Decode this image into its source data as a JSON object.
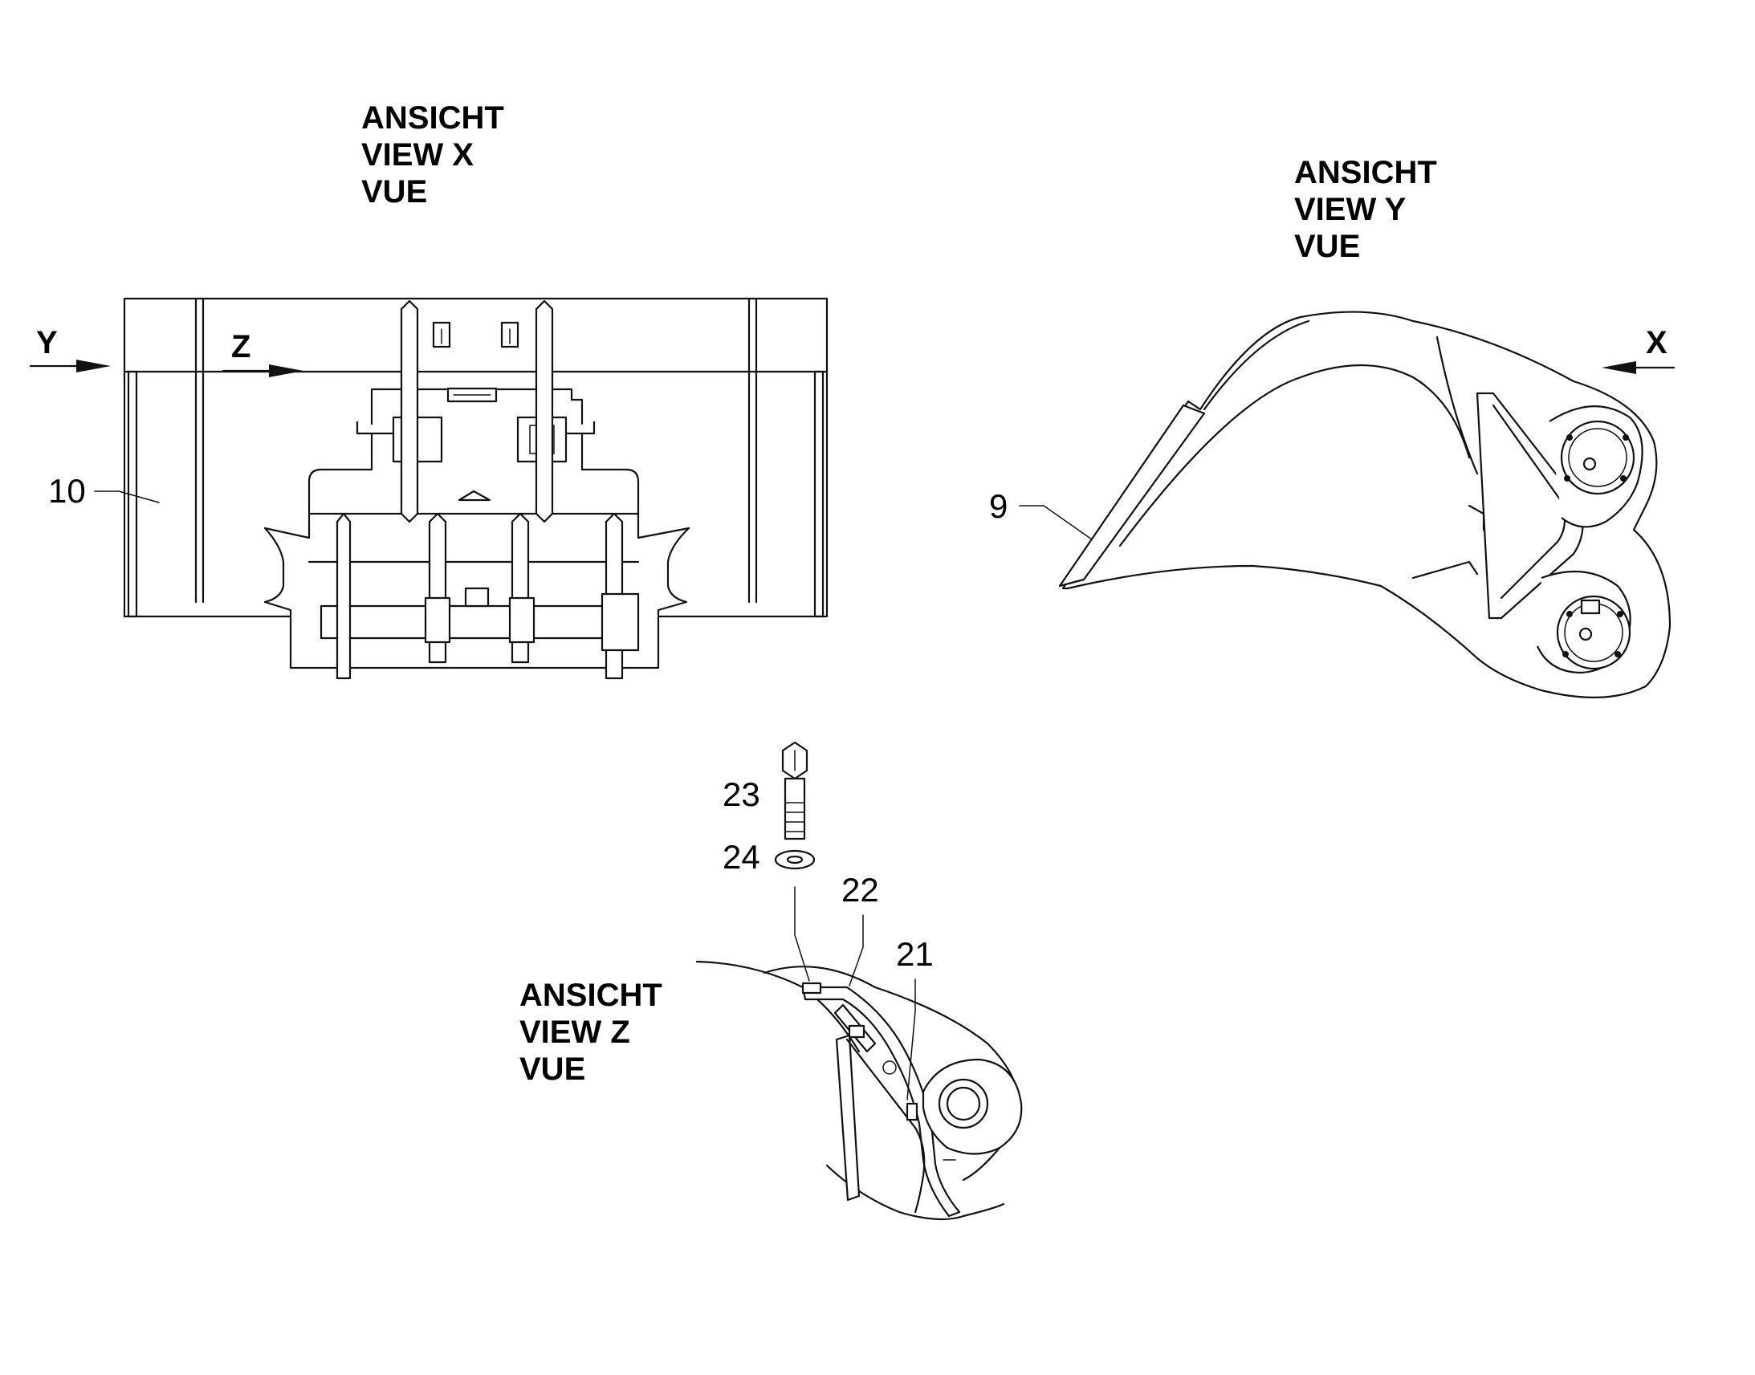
{
  "views": {
    "x": {
      "line1": "ANSICHT",
      "line2": "VIEW X",
      "line3": "VUE"
    },
    "y": {
      "line1": "ANSICHT",
      "line2": "VIEW Y",
      "line3": "VUE"
    },
    "z": {
      "line1": "ANSICHT",
      "line2": "VIEW Z",
      "line3": "VUE"
    }
  },
  "direction_arrows": {
    "y": "Y",
    "z": "Z",
    "x": "X"
  },
  "callouts": {
    "p10": "10",
    "p9": "9",
    "p23": "23",
    "p24": "24",
    "p22": "22",
    "p21": "21"
  }
}
